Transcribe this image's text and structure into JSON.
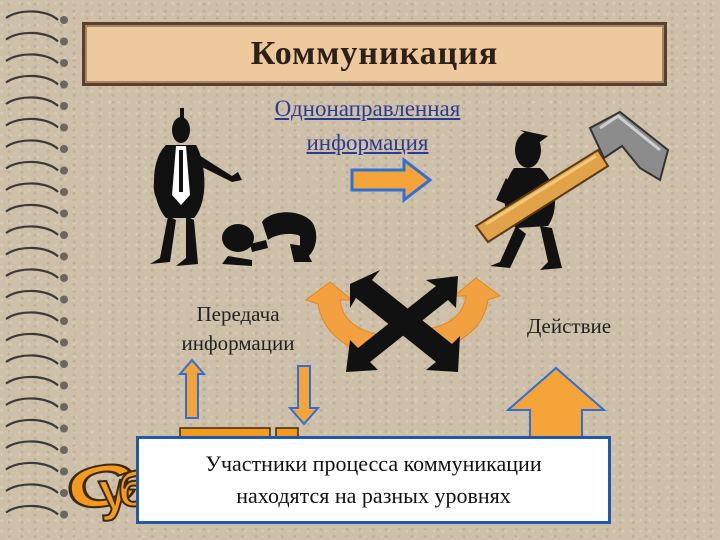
{
  "title": "Коммуникация",
  "subtitle_line1": "Однонаправленная",
  "subtitle_line2": "информация",
  "label_transfer_line1": "Передача",
  "label_transfer_line2": "информации",
  "label_action": "Действие",
  "note_line1": "Участники процесса коммуникации",
  "note_line2": "находятся на разных уровнях",
  "colors": {
    "title_bg": "#efc99e",
    "subtitle_text": "#2a3b93",
    "arrow_orange": "#f5a43a",
    "arrow_blue": "#2f6fd6",
    "note_border": "#1f5aa8",
    "wordart_orange": "#f59a1c"
  }
}
